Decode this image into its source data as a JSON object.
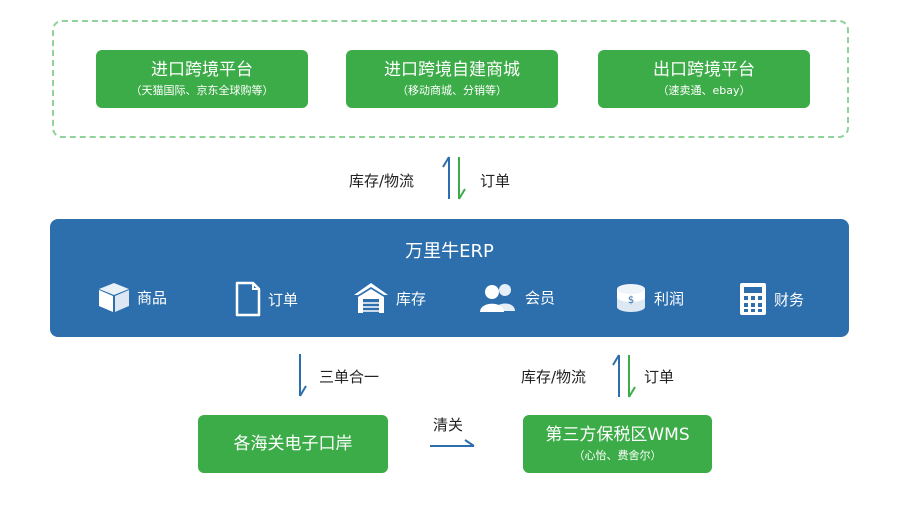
{
  "platforms": [
    {
      "title": "进口跨境平台",
      "sub": "（天猫国际、京东全球购等）"
    },
    {
      "title": "进口跨境自建商城",
      "sub": "（移动商城、分销等）"
    },
    {
      "title": "出口跨境平台",
      "sub": "（速卖通、ebay）"
    }
  ],
  "flow_top": {
    "left": "库存/物流",
    "right": "订单"
  },
  "erp": {
    "title": "万里牛ERP",
    "modules": [
      {
        "label": "商品",
        "icon": "box-icon"
      },
      {
        "label": "订单",
        "icon": "document-icon"
      },
      {
        "label": "库存",
        "icon": "warehouse-icon"
      },
      {
        "label": "会员",
        "icon": "users-icon"
      },
      {
        "label": "利润",
        "icon": "coins-icon"
      },
      {
        "label": "财务",
        "icon": "calculator-icon"
      }
    ]
  },
  "flow_bottom_left": {
    "label": "三单合一"
  },
  "flow_bottom_right": {
    "left": "库存/物流",
    "right": "订单"
  },
  "customs": {
    "title": "各海关电子口岸"
  },
  "clearance": {
    "label": "清关"
  },
  "wms": {
    "title": "第三方保税区WMS",
    "sub": "（心怡、费舍尔）"
  },
  "colors": {
    "green": "#3cac48",
    "blue": "#2d6fad",
    "dashed": "#8fd39a"
  }
}
